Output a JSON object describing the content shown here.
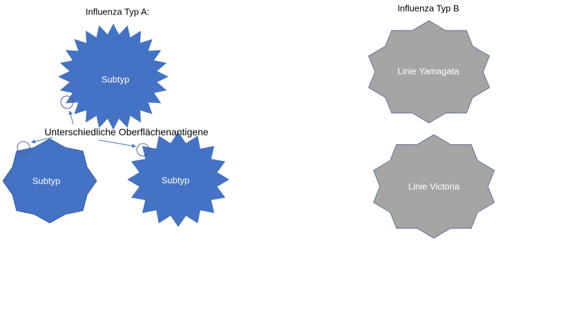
{
  "colors": {
    "typeA": "#4472C4",
    "typeB": "#A5A5A5",
    "outline": "#2F5597",
    "arrow": "#4472C4"
  },
  "type_a": {
    "title": "Influenza Typ A:",
    "antigen_label": "Unterschiedliche Oberflächenantigene",
    "subtypes": [
      {
        "label": "Subtyp"
      },
      {
        "label": "Subtyp"
      },
      {
        "label": "Subtyp"
      }
    ]
  },
  "type_b": {
    "title": "Influenza Typ B",
    "lines": [
      {
        "label": "Linie Yamagata"
      },
      {
        "label": "Linie Victoria"
      }
    ]
  }
}
